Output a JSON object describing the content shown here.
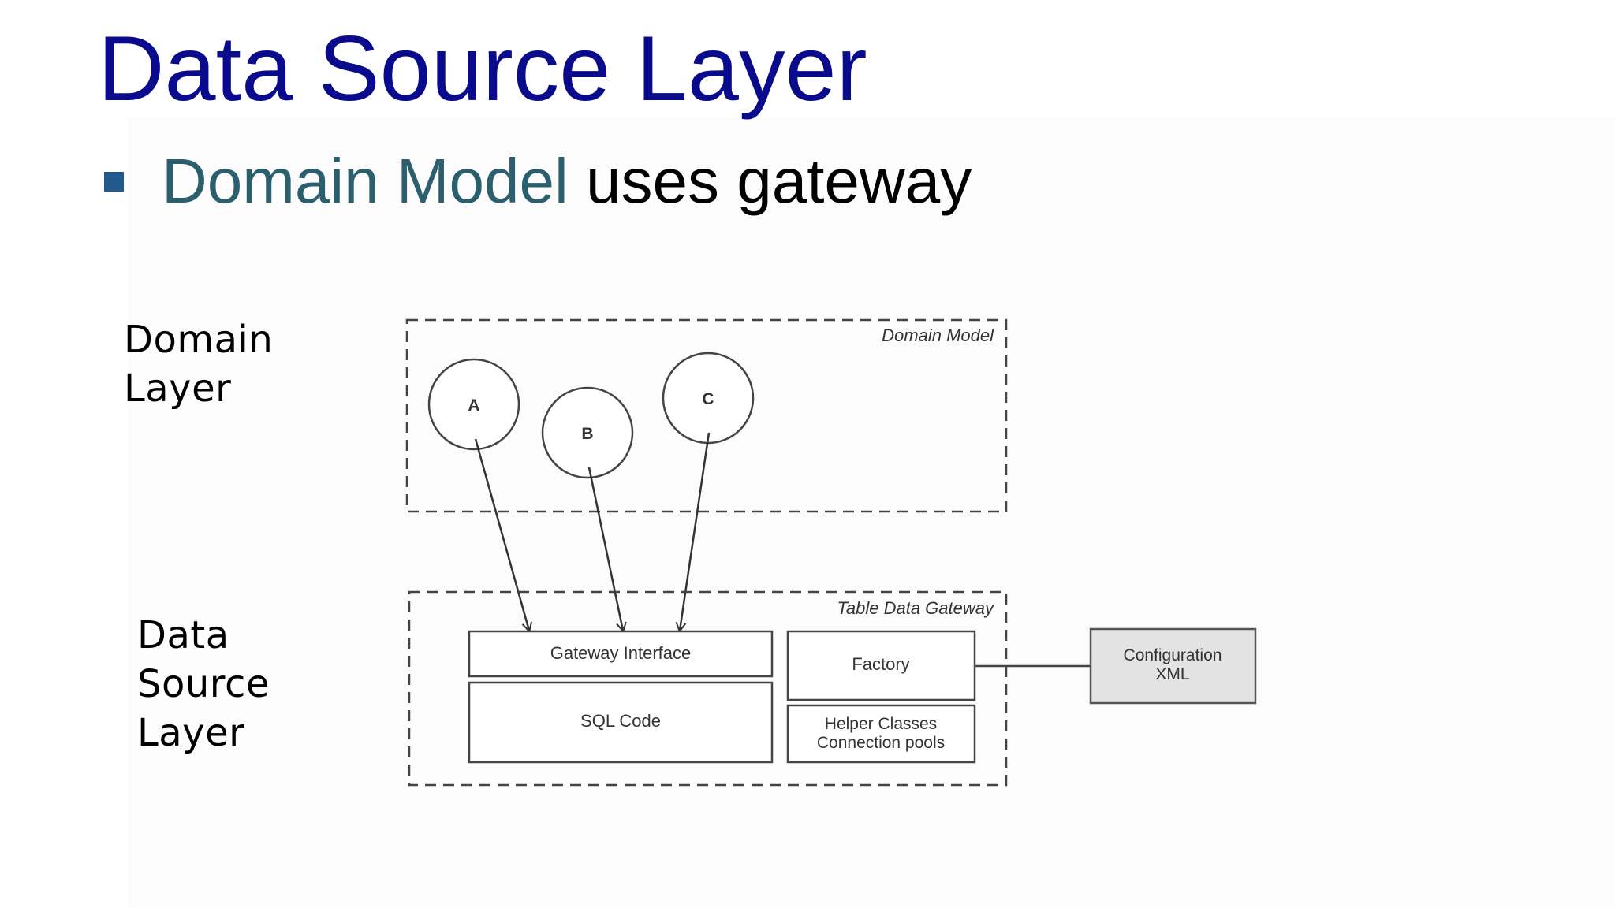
{
  "slide": {
    "title": "Data Source Layer",
    "bullet": {
      "accent_text": "Domain Model",
      "rest_text": " uses gateway"
    }
  },
  "labels": {
    "domain_layer": [
      "Domain",
      "Layer"
    ],
    "data_source_layer": [
      "Data",
      "Source",
      "Layer"
    ]
  },
  "diagram": {
    "domain_model_title": "Domain Model",
    "nodes": [
      "A",
      "B",
      "C"
    ],
    "gateway_title": "Table Data Gateway",
    "gateway_interface": "Gateway Interface",
    "sql_code": "SQL Code",
    "factory": "Factory",
    "helper_line1": "Helper Classes",
    "helper_line2": "Connection pools",
    "config_line1": "Configuration",
    "config_line2": "XML"
  },
  "colors": {
    "title": "#0a0a8c",
    "bullet_accent": "#2b5f6e",
    "bullet_square": "#24598e",
    "config_fill": "#e3e3e3"
  }
}
